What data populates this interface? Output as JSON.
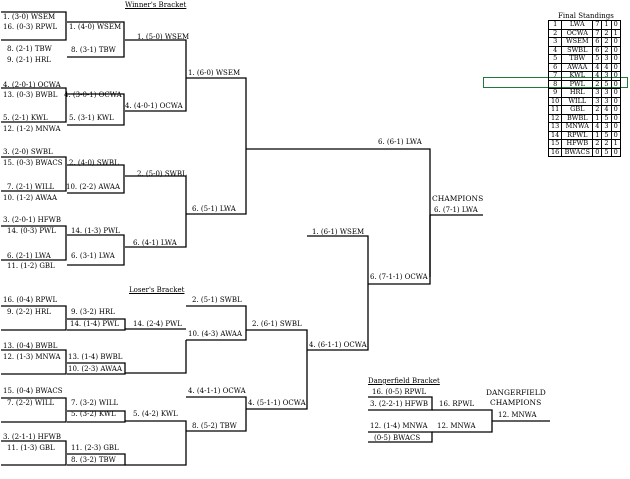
{
  "titles": {
    "winners": "Winner's Bracket",
    "losers": "Loser's Bracket",
    "dangerfield": "Dangerfield Bracket",
    "champions": "CHAMPIONS",
    "dangerfield_champions_1": "DANGERFIELD",
    "dangerfield_champions_2": "CHAMPIONS",
    "standings": "Final Standings"
  },
  "winners": {
    "r1": [
      "1. (3-0) WSEM",
      "16. (0-3) RPWL",
      "8. (2-1) TBW",
      "9. (2-1) HRL",
      "4. (2-0-1) OCWA",
      "13. (0-3) BWBL",
      "5. (2-1) KWL",
      "12. (1-2) MNWA",
      "3. (2-0) SWBL",
      "15. (0-3) BWACS",
      "7. (2-1) WILL",
      "10. (1-2) AWAA",
      "3. (2-0-1) HFWB",
      "14. (0-3) PWL",
      "6. (2-1) LWA",
      "11. (1-2) GBL"
    ],
    "r2": [
      "1. (4-0) WSEM",
      "8. (3-1) TBW",
      "4. (3-0-1) OCWA",
      "5. (3-1) KWL",
      "2. (4-0) SWBL",
      "10. (2-2) AWAA",
      "14. (1-3) PWL",
      "6. (3-1) LWA"
    ],
    "r3": [
      "1. (5-0) WSEM",
      "4. (4-0-1) OCWA",
      "2. (5-0) SWBL",
      "6. (4-1) LWA"
    ],
    "r4": [
      "1. (6-0) WSEM",
      "6. (5-1) LWA"
    ],
    "final_top": "6. (6-1) LWA",
    "champion": "6. (7-1) LWA"
  },
  "losers": {
    "r1": [
      "16. (0-4) RPWL",
      "9. (2-2) HRL",
      "13. (0-4) BWBL",
      "12. (1-3) MNWA",
      "15. (0-4) BWACS",
      "7. (2-2) WILL",
      "3. (2-1-1) HFWB",
      "11. (1-3) GBL"
    ],
    "r2": [
      "9. (3-2) HRL",
      "14. (1-4) PWL",
      "13. (1-4) BWBL",
      "10. (2-3) AWAA",
      "7. (3-2) WILL",
      "5. (3-2) KWL",
      "11. (2-3) GBL",
      "8. (3-2) TBW"
    ],
    "r3": [
      "2. (5-1) SWBL",
      "14. (2-4) PWL",
      "10. (4-3) AWAA",
      "4. (4-1-1) OCWA",
      "5. (4-2) KWL",
      "8. (5-2) TBW"
    ],
    "r4": [
      "2. (6-1) SWBL",
      "4. (5-1-1) OCWA"
    ],
    "r5": [
      "1. (6-1) WSEM",
      "4. (6-1-1) OCWA"
    ],
    "final_bottom": "6. (7-1-1) OCWA"
  },
  "dangerfield": {
    "r1": [
      "16. (0-5) RPWL",
      "3. (2-2-1) HFWB",
      "12. (1-4) MNWA",
      "(0-5) BWACS"
    ],
    "r2": [
      "16. RPWL",
      "12. MNWA"
    ],
    "champion": "12. MNWA"
  },
  "standings": [
    {
      "seed": "1",
      "team": "LWA",
      "a": "7",
      "b": "1",
      "c": "0"
    },
    {
      "seed": "2",
      "team": "OCWA",
      "a": "7",
      "b": "2",
      "c": "1"
    },
    {
      "seed": "3",
      "team": "WSEM",
      "a": "6",
      "b": "2",
      "c": "0"
    },
    {
      "seed": "4",
      "team": "SWBL",
      "a": "6",
      "b": "2",
      "c": "0"
    },
    {
      "seed": "5",
      "team": "TBW",
      "a": "5",
      "b": "3",
      "c": "0"
    },
    {
      "seed": "6",
      "team": "AWAA",
      "a": "4",
      "b": "4",
      "c": "0"
    },
    {
      "seed": "7",
      "team": "KWL",
      "a": "4",
      "b": "3",
      "c": "0"
    },
    {
      "seed": "8",
      "team": "PWL",
      "a": "2",
      "b": "5",
      "c": "0"
    },
    {
      "seed": "9",
      "team": "HRL",
      "a": "3",
      "b": "3",
      "c": "0"
    },
    {
      "seed": "10",
      "team": "WILL",
      "a": "3",
      "b": "3",
      "c": "0"
    },
    {
      "seed": "11",
      "team": "GBL",
      "a": "2",
      "b": "4",
      "c": "0"
    },
    {
      "seed": "12",
      "team": "BWBL",
      "a": "1",
      "b": "5",
      "c": "0"
    },
    {
      "seed": "13",
      "team": "MNWA",
      "a": "4",
      "b": "3",
      "c": "0"
    },
    {
      "seed": "14",
      "team": "RPWL",
      "a": "1",
      "b": "5",
      "c": "0"
    },
    {
      "seed": "15",
      "team": "HFWB",
      "a": "2",
      "b": "2",
      "c": "1"
    },
    {
      "seed": "16",
      "team": "BWACS",
      "a": "0",
      "b": "5",
      "c": "0"
    }
  ]
}
